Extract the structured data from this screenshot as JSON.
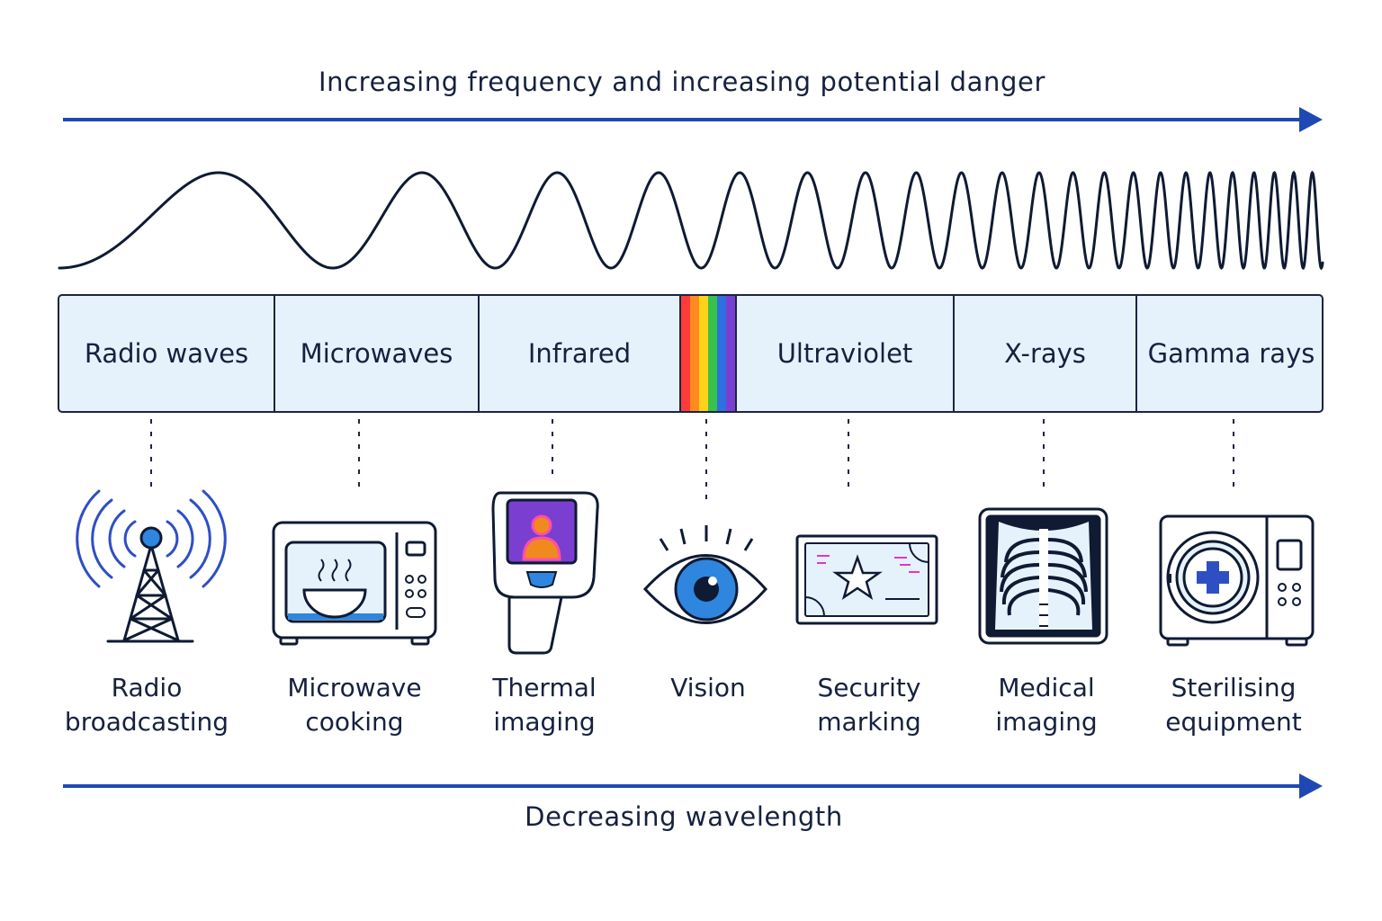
{
  "header": {
    "title": "Increasing frequency and increasing potential danger"
  },
  "footer": {
    "title": "Decreasing wavelength"
  },
  "bands": [
    {
      "label": "Radio waves"
    },
    {
      "label": "Microwaves"
    },
    {
      "label": "Infrared"
    },
    {
      "label": "Ultraviolet"
    },
    {
      "label": "X-rays"
    },
    {
      "label": "Gamma rays"
    }
  ],
  "visible_colors": [
    "#ff3b3b",
    "#ff8a1f",
    "#ffd21a",
    "#39c24a",
    "#2f6fe0",
    "#7a3fd1"
  ],
  "applications": [
    {
      "line1": "Radio",
      "line2": "broadcasting",
      "icon": "radio-tower-icon"
    },
    {
      "line1": "Microwave",
      "line2": "cooking",
      "icon": "microwave-oven-icon"
    },
    {
      "line1": "Thermal",
      "line2": "imaging",
      "icon": "thermal-camera-icon"
    },
    {
      "line1": "Vision",
      "line2": "",
      "icon": "eye-icon"
    },
    {
      "line1": "Security",
      "line2": "marking",
      "icon": "security-banknote-icon"
    },
    {
      "line1": "Medical",
      "line2": "imaging",
      "icon": "chest-xray-icon"
    },
    {
      "line1": "Sterilising",
      "line2": "equipment",
      "icon": "steriliser-icon"
    }
  ],
  "colors": {
    "arrow": "#1f48b5",
    "outline": "#1b2442",
    "band_fill": "#e6f2fb",
    "accent_blue": "#2e86de"
  }
}
